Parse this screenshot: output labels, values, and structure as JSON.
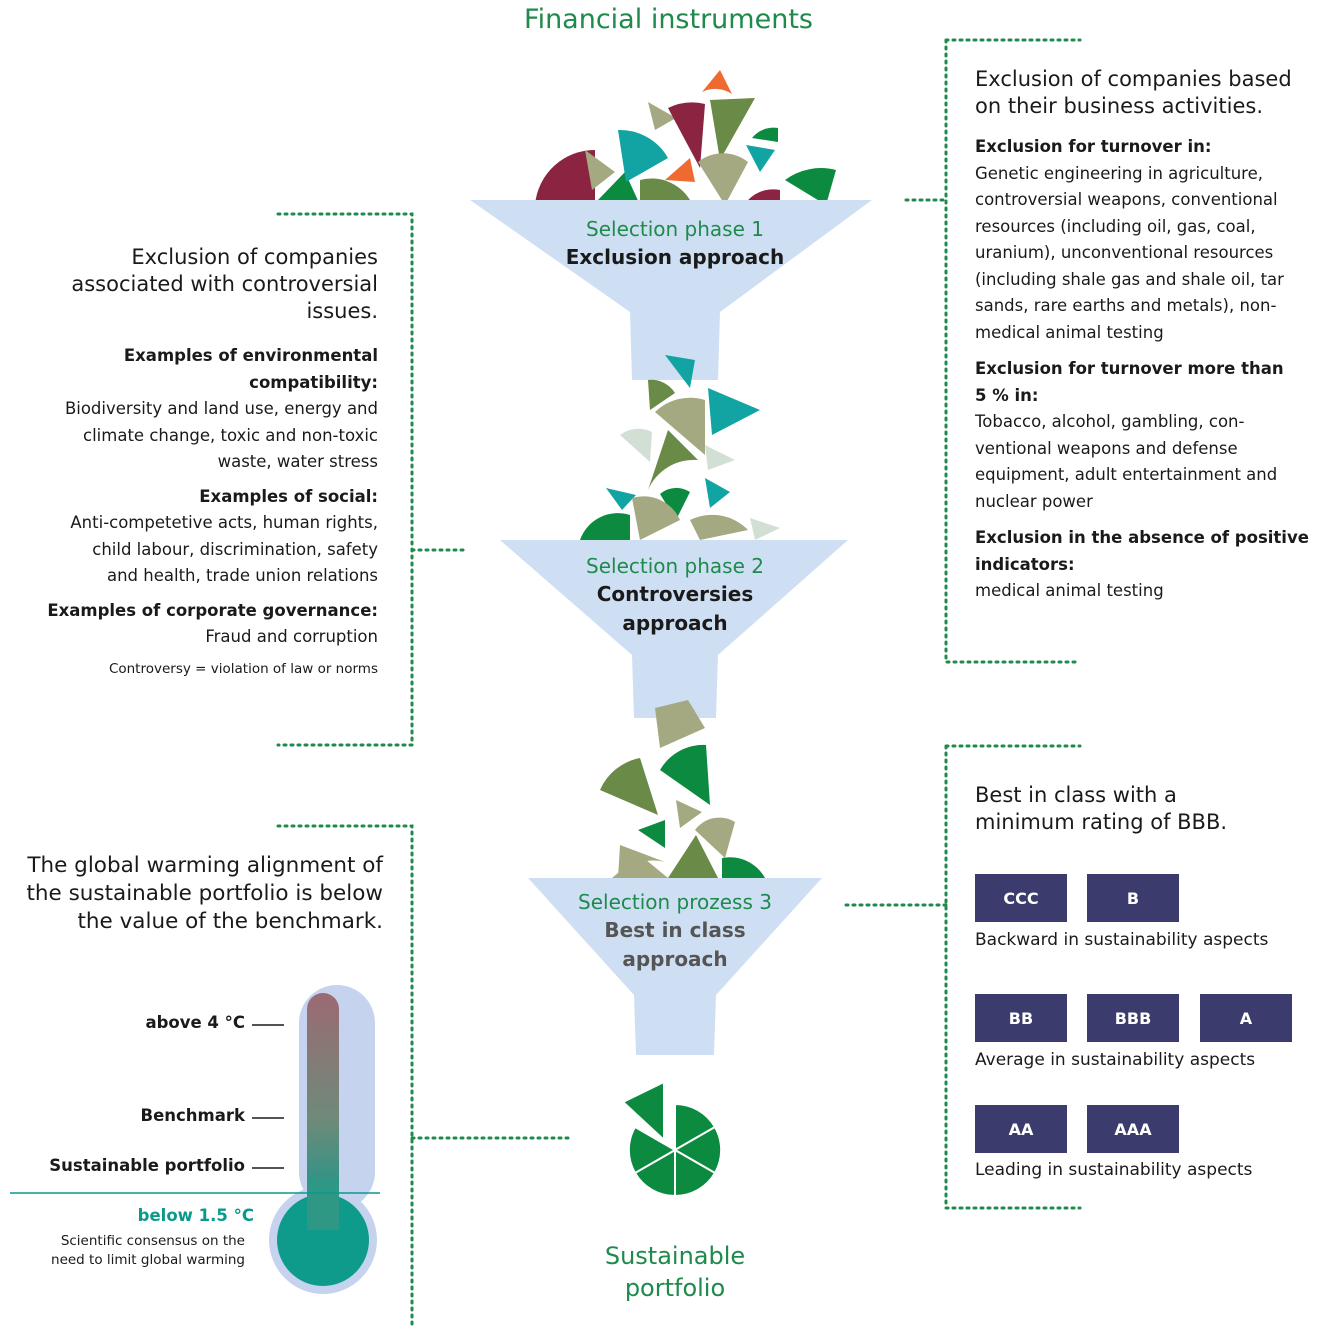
{
  "title": "Financial instruments",
  "phase1": {
    "label": "Selection phase 1",
    "approach": "Exclusion approach"
  },
  "phase2": {
    "label": "Selection phase 2",
    "approach_line1": "Controversies",
    "approach_line2": "approach"
  },
  "phase3": {
    "label": "Selection prozess 3",
    "approach_line1": "Best in class",
    "approach_line2": "approach"
  },
  "output": {
    "line1": "Sustainable",
    "line2": "portfolio"
  },
  "exclusion_right": {
    "heading_line1": "Exclusion of companies based",
    "heading_line2": "on their business activities.",
    "sec1_title": "Exclusion for turnover in:",
    "sec1_lines": [
      "Genetic engineering in agriculture,",
      "controversial weapons, conventional",
      "resources (including oil, gas, coal,",
      "uranium), unconventional resources",
      "(including shale gas and shale oil, tar",
      "sands, rare earths and metals), non-",
      "medical animal testing"
    ],
    "sec2_title_line1": "Exclusion for turnover more than",
    "sec2_title_line2": "5 % in:",
    "sec2_lines": [
      "Tobacco, alcohol, gambling, con-",
      "ventional weapons and defense",
      "equipment, adult entertainment and",
      "nuclear power"
    ],
    "sec3_title_line1": "Exclusion in the absence of positive",
    "sec3_title_line2": "indicators:",
    "sec3_lines": [
      "medical animal testing"
    ]
  },
  "controversies_left": {
    "heading_lines": [
      "Exclusion of companies",
      "associated with controversial",
      "issues."
    ],
    "env_title_lines": [
      "Examples of environmental",
      "compatibility:"
    ],
    "env_lines": [
      "Biodiversity and land use, energy and",
      "climate change, toxic and non-toxic",
      "waste, water stress"
    ],
    "social_title": "Examples of social:",
    "social_lines": [
      "Anti-competetive acts, human rights,",
      "child labour, discrimination, safety",
      "and health, trade union relations"
    ],
    "gov_title": "Examples of corporate governance:",
    "gov_lines": [
      "Fraud and corruption"
    ],
    "note": "Controversy = violation of law or norms"
  },
  "best_in_class": {
    "heading_line1": "Best in class with a",
    "heading_line2": "minimum rating of BBB.",
    "groups": [
      {
        "badges": [
          "CCC",
          "B"
        ],
        "caption": "Backward in sustainability aspects"
      },
      {
        "badges": [
          "BB",
          "BBB",
          "A"
        ],
        "caption": "Average in sustainability aspects"
      },
      {
        "badges": [
          "AA",
          "AAA"
        ],
        "caption": "Leading in sustainability aspects"
      }
    ]
  },
  "warming": {
    "heading_lines": [
      "The global warming alignment of",
      "the sustainable portfolio is below",
      "the value of the benchmark."
    ],
    "label_above": "above 4 °C",
    "label_benchmark": "Benchmark",
    "label_portfolio": "Sustainable portfolio",
    "label_below": "below 1.5 °C",
    "note_lines": [
      "Scientific consensus on the",
      "need to limit global warming"
    ]
  },
  "colors": {
    "green": "#1e8a4c",
    "teal": "#0a9a8c",
    "navy": "#3b3b6e",
    "funnel": "#cfdff3"
  }
}
